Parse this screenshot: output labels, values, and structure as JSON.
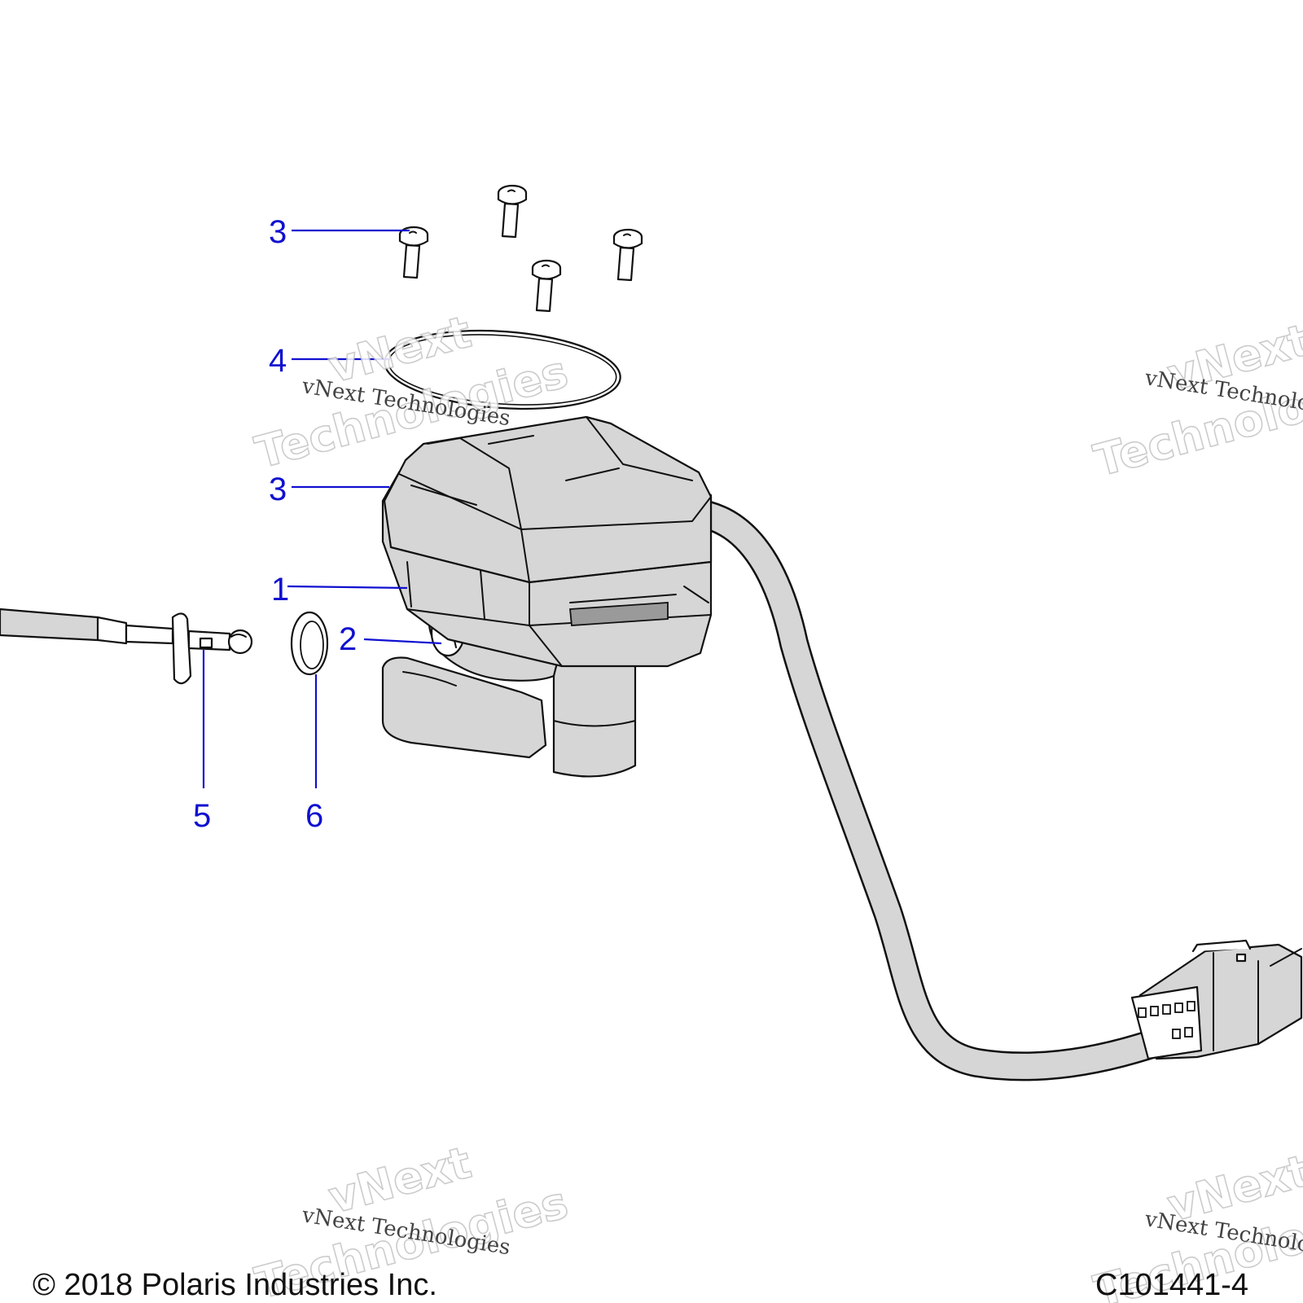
{
  "callouts": {
    "c3_top": "3",
    "c4": "4",
    "c3_mid": "3",
    "c1": "1",
    "c2": "2",
    "c5": "5",
    "c6": "6"
  },
  "watermark": {
    "line1": "vNext",
    "line2": "Technologies",
    "caption": "vNext Technologies"
  },
  "footer": {
    "copyright": "© 2018 Polaris Industries Inc.",
    "figure_number": "C101441-4"
  },
  "colors": {
    "callout": "#1010d0",
    "ink": "#111111",
    "fill": "#d6d6d6"
  }
}
